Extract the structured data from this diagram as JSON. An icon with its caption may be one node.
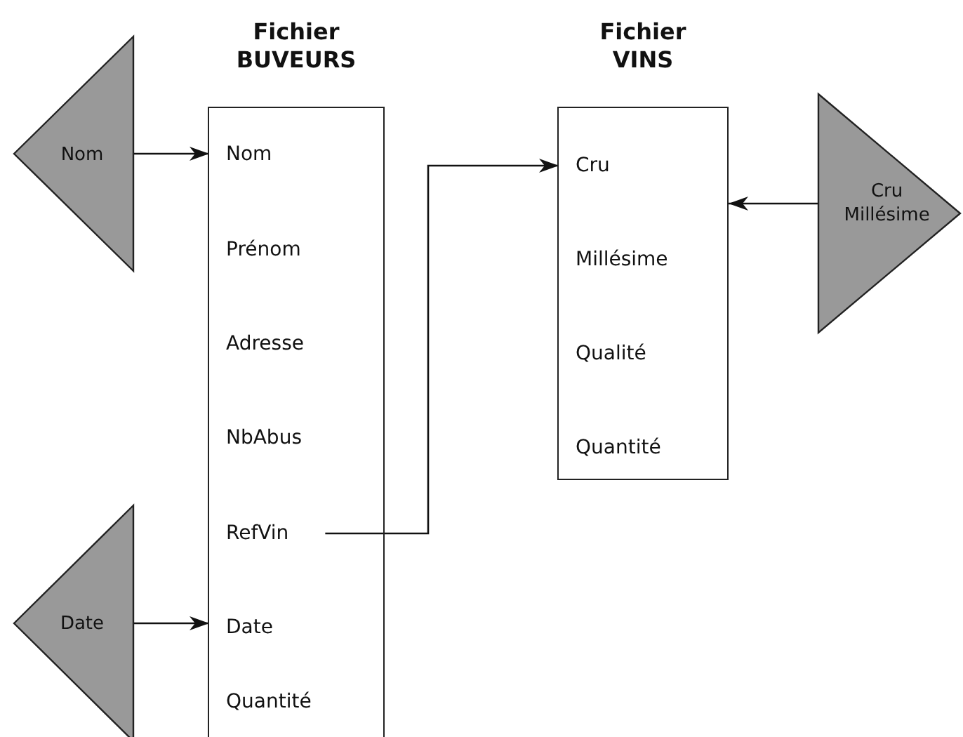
{
  "diagram": {
    "nodes": [
      {
        "text": [
          "Nom"
        ]
      },
      {
        "text": [
          "Fichier BUVEURS"
        ]
      },
      {
        "text": [
          "Nom"
        ],
        "in": 1
      },
      {
        "text": [
          "Prénom"
        ],
        "in": 1
      },
      {
        "text": [
          "Adresse"
        ],
        "in": 1
      },
      {
        "text": [
          "NbAbus"
        ],
        "in": 1
      },
      {
        "text": [
          "RefVin"
        ],
        "in": 1
      },
      {
        "text": [
          "Date"
        ],
        "in": 1
      },
      {
        "text": [
          "Quantité"
        ],
        "in": 1
      },
      {
        "text": [
          "Fichier VINS"
        ]
      },
      {
        "text": [
          "Cru"
        ],
        "in": 9
      },
      {
        "text": [
          "Millésime"
        ],
        "in": 9
      },
      {
        "text": [
          "Qualité"
        ],
        "in": 9
      },
      {
        "text": [
          "Quantité"
        ],
        "in": 9
      },
      {
        "text": [
          "Cru Millésime"
        ]
      },
      {
        "text": [
          "Date"
        ]
      }
    ],
    "edges": [
      {
        "from": 0,
        "to": 2,
        "arrow": "to"
      },
      {
        "from": 15,
        "to": 7,
        "arrow": "to"
      },
      {
        "from": 6,
        "to": 10,
        "arrow": "to"
      },
      {
        "from": 14,
        "to": 9,
        "arrow": "to"
      }
    ]
  }
}
